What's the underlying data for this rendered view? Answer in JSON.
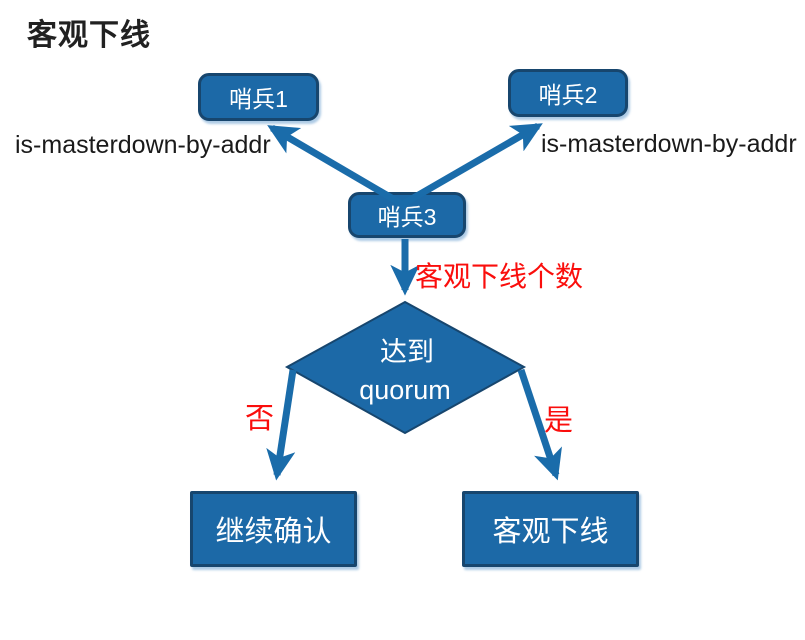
{
  "title": "客观下线",
  "colors": {
    "node_fill": "#1c69a7",
    "node_border": "#17466e",
    "arrow": "#1a6caa",
    "red_text": "#fa0e0c",
    "title_text": "#212121",
    "node_text": "#ffffff",
    "background": "#ffffff"
  },
  "nodes": {
    "sentinel1": "哨兵1",
    "sentinel2": "哨兵2",
    "sentinel3": "哨兵3",
    "decision_line1": "达到",
    "decision_line2": "quorum",
    "continue_confirm": "继续确认",
    "objective_offline": "客观下线"
  },
  "labels": {
    "left_rpc": "is-masterdown-by-addr",
    "right_rpc": "is-masterdown-by-addr",
    "offline_count": "客观下线个数",
    "no": "否",
    "yes": "是"
  }
}
